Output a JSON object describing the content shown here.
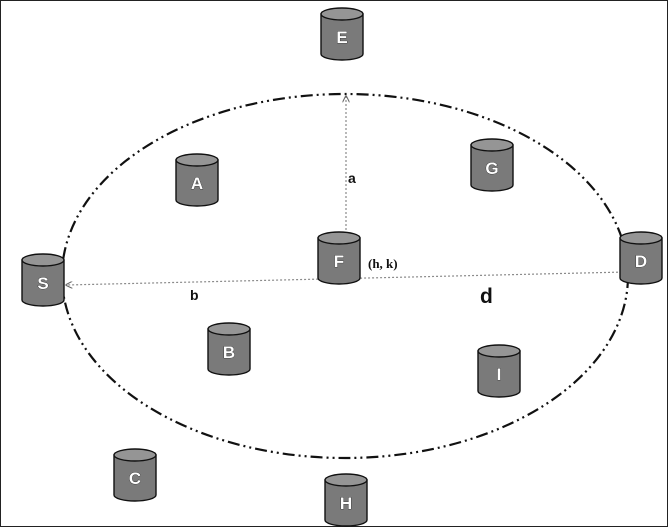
{
  "diagram": {
    "nodes": [
      {
        "id": "E",
        "label": "E"
      },
      {
        "id": "A",
        "label": "A"
      },
      {
        "id": "G",
        "label": "G"
      },
      {
        "id": "F",
        "label": "F"
      },
      {
        "id": "D",
        "label": "D"
      },
      {
        "id": "S",
        "label": "S"
      },
      {
        "id": "B",
        "label": "B"
      },
      {
        "id": "I",
        "label": "I"
      },
      {
        "id": "C",
        "label": "C"
      },
      {
        "id": "H",
        "label": "H"
      }
    ],
    "labels": {
      "center": "(h, k)",
      "semi_minor_axis": "a",
      "semi_major_axis": "b",
      "distance": "d"
    },
    "colors": {
      "cylinder_side": "#7a7a7a",
      "cylinder_top": "#959595",
      "outline": "#111111",
      "ellipse": "#111111",
      "axis_lines": "#8a8a8a"
    }
  }
}
